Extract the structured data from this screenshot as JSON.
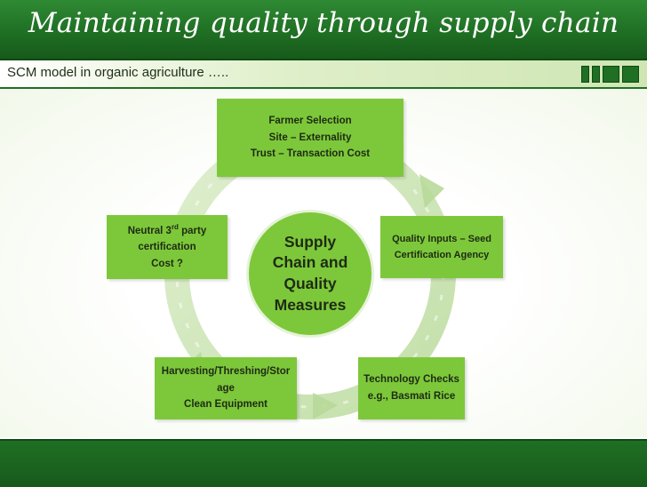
{
  "slide": {
    "title": "Maintaining quality through supply chain",
    "subtitle": "SCM model in organic agriculture …..",
    "theme_green": "#1f6f24",
    "box_green": "#7cc83a"
  },
  "diagram": {
    "center": [
      "Supply",
      "Chain and",
      "Quality",
      "Measures"
    ],
    "top": [
      "Farmer Selection",
      "Site – Externality",
      "Trust – Transaction Cost"
    ],
    "right": [
      "Quality Inputs – Seed",
      "Certification Agency"
    ],
    "bottom_right": [
      "Technology Checks",
      "e.g., Basmati Rice"
    ],
    "bottom_left": [
      "Harvesting/Threshing/Stor",
      "age",
      "Clean Equipment"
    ],
    "left": {
      "line1_main": "Neutral 3",
      "line1_sup": "rd",
      "line1_rest": " party",
      "line2": "certification",
      "line3": "Cost ?"
    }
  }
}
